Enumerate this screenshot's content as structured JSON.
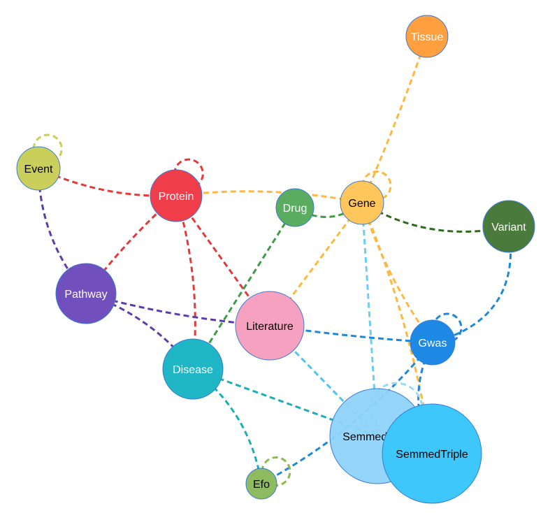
{
  "colors": {
    "node_stroke": "#3a7bd5"
  },
  "nodes": [
    {
      "id": "tissue",
      "label": "Tissue",
      "color": "#ff9f40",
      "text_color": "#ffffff"
    },
    {
      "id": "event",
      "label": "Event",
      "color": "#c9cf5a",
      "text_color": "#000000"
    },
    {
      "id": "protein",
      "label": "Protein",
      "color": "#ef3d4a",
      "text_color": "#ffffff"
    },
    {
      "id": "drug",
      "label": "Drug",
      "color": "#5aad5f",
      "text_color": "#ffffff"
    },
    {
      "id": "gene",
      "label": "Gene",
      "color": "#ffc65c",
      "text_color": "#000000"
    },
    {
      "id": "variant",
      "label": "Variant",
      "color": "#4a7a3c",
      "text_color": "#ffffff"
    },
    {
      "id": "pathway",
      "label": "Pathway",
      "color": "#7150bd",
      "text_color": "#ffffff"
    },
    {
      "id": "literature",
      "label": "Literature",
      "color": "#f7a1c0",
      "text_color": "#000000"
    },
    {
      "id": "gwas",
      "label": "Gwas",
      "color": "#1e88e5",
      "text_color": "#ffffff"
    },
    {
      "id": "disease",
      "label": "Disease",
      "color": "#1fb7c6",
      "text_color": "#ffffff"
    },
    {
      "id": "semmedterm",
      "label": "SemmedTerm",
      "color": "#8fd3fa",
      "text_color": "#000000"
    },
    {
      "id": "semmedtriple",
      "label": "SemmedTriple",
      "color": "#3ec7fb",
      "text_color": "#000000"
    },
    {
      "id": "efo",
      "label": "Efo",
      "color": "#8fbb60",
      "text_color": "#000000"
    }
  ],
  "edges": [
    {
      "from": "gene",
      "to": "tissue",
      "color": "#ffb83f"
    },
    {
      "from": "event",
      "to": "event",
      "color": "#c9cf5a"
    },
    {
      "from": "event",
      "to": "protein",
      "color": "#e53838"
    },
    {
      "from": "event",
      "to": "pathway",
      "color": "#5c3da8"
    },
    {
      "from": "protein",
      "to": "protein",
      "color": "#e53838"
    },
    {
      "from": "protein",
      "to": "gene",
      "color": "#ffb83f"
    },
    {
      "from": "protein",
      "to": "pathway",
      "color": "#e53838"
    },
    {
      "from": "protein",
      "to": "literature",
      "color": "#e53838"
    },
    {
      "from": "protein",
      "to": "disease",
      "color": "#e53838"
    },
    {
      "from": "drug",
      "to": "gene",
      "color": "#3e9b46"
    },
    {
      "from": "drug",
      "to": "disease",
      "color": "#3e9b46"
    },
    {
      "from": "gene",
      "to": "gene",
      "color": "#ffb83f"
    },
    {
      "from": "gene",
      "to": "variant",
      "color": "#2f6b1f"
    },
    {
      "from": "gene",
      "to": "literature",
      "color": "#ffb83f"
    },
    {
      "from": "gene",
      "to": "gwas",
      "color": "#ffb83f"
    },
    {
      "from": "gene",
      "to": "semmedterm",
      "color": "#6ccdf2"
    },
    {
      "from": "gene",
      "to": "semmedtriple",
      "color": "#ffb83f"
    },
    {
      "from": "variant",
      "to": "gwas",
      "color": "#1e88d8"
    },
    {
      "from": "pathway",
      "to": "literature",
      "color": "#5c3da8"
    },
    {
      "from": "pathway",
      "to": "disease",
      "color": "#5c3da8"
    },
    {
      "from": "literature",
      "to": "gwas",
      "color": "#1e88d8"
    },
    {
      "from": "literature",
      "to": "semmedterm",
      "color": "#4fc4f0"
    },
    {
      "from": "gwas",
      "to": "gwas",
      "color": "#1e88d8"
    },
    {
      "from": "gwas",
      "to": "semmedtriple",
      "color": "#1e88d8"
    },
    {
      "from": "gwas",
      "to": "efo",
      "color": "#1e88d8"
    },
    {
      "from": "disease",
      "to": "semmedterm",
      "color": "#1aaeb8"
    },
    {
      "from": "disease",
      "to": "efo",
      "color": "#1aaeb8"
    },
    {
      "from": "semmedterm",
      "to": "semmedterm",
      "color": "#9fdaf5"
    },
    {
      "from": "efo",
      "to": "efo",
      "color": "#8fbb4a"
    }
  ]
}
